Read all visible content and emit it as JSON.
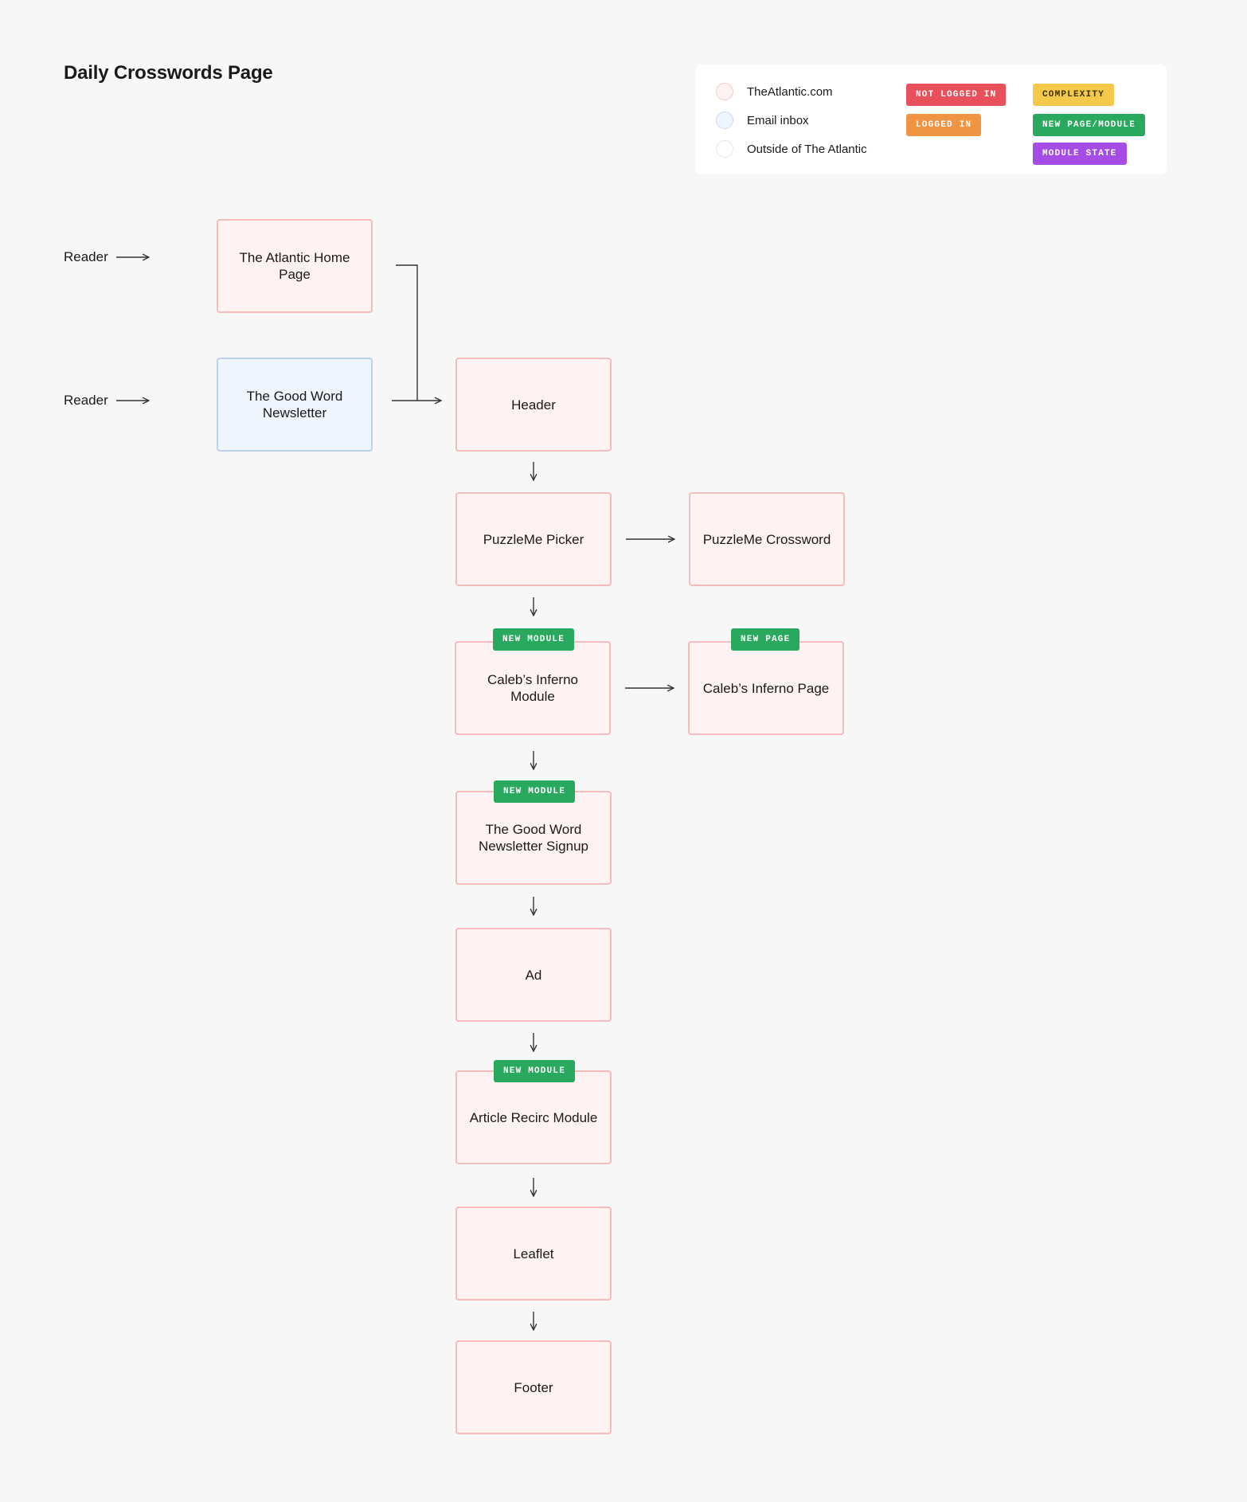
{
  "title": "Daily Crosswords Page",
  "legend": {
    "areas": [
      {
        "label": "TheAtlantic.com",
        "fill": "#fff2f2",
        "border": "#f5c8c8"
      },
      {
        "label": "Email inbox",
        "fill": "#eef5fd",
        "border": "#c8daf3"
      },
      {
        "label": "Outside of The Atlantic",
        "fill": "#ffffff",
        "border": "#e6e6e6"
      }
    ],
    "tags": [
      {
        "label": "NOT LOGGED IN",
        "color": "#e8505b"
      },
      {
        "label": "LOGGED IN",
        "color": "#ef9443"
      },
      {
        "label": "COMPLEXITY",
        "color": "#f4c84a",
        "text_color": "#3a3000"
      },
      {
        "label": "NEW PAGE/MODULE",
        "color": "#28a95e"
      },
      {
        "label": "MODULE STATE",
        "color": "#a54be6"
      }
    ]
  },
  "entries": [
    {
      "label": "Reader"
    },
    {
      "label": "Reader"
    }
  ],
  "nodes": {
    "atlantic_home": {
      "label": "The Atlantic Home Page"
    },
    "good_word_newsletter": {
      "label": "The Good Word Newsletter"
    },
    "header": {
      "label": "Header"
    },
    "puzzleme_picker": {
      "label": "PuzzleMe Picker"
    },
    "puzzleme_crossword": {
      "label": "PuzzleMe Crossword"
    },
    "calebs_module": {
      "label": "Caleb’s Inferno Module",
      "badge": "NEW MODULE"
    },
    "calebs_page": {
      "label": "Caleb’s Inferno Page",
      "badge": "NEW PAGE"
    },
    "newsletter_signup": {
      "label": "The Good Word Newsletter Signup",
      "badge": "NEW MODULE"
    },
    "ad": {
      "label": "Ad"
    },
    "article_recirc": {
      "label": "Article Recirc Module",
      "badge": "NEW MODULE"
    },
    "leaflet": {
      "label": "Leaflet"
    },
    "footer": {
      "label": "Footer"
    }
  }
}
